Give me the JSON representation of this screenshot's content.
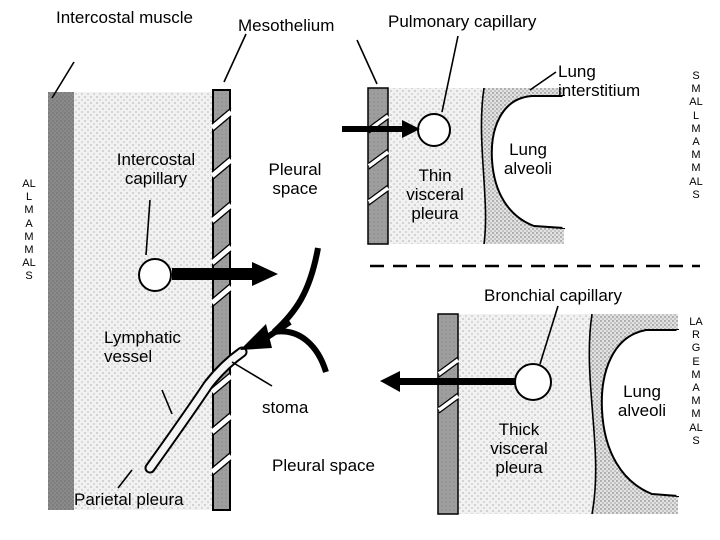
{
  "labels": {
    "intercostal_muscle": "Intercostal muscle",
    "mesothelium": "Mesothelium",
    "pulmonary_capillary": "Pulmonary capillary",
    "lung_interstitium": "Lung interstitium",
    "intercostal_capillary": "Intercostal capillary",
    "pleural_space_upper": "Pleural space",
    "thin_visceral_pleura": "Thin visceral pleura",
    "lung_alveoli_small": "Lung alveoli",
    "bronchial_capillary": "Bronchial capillary",
    "lymphatic_vessel": "Lymphatic vessel",
    "stoma": "stoma",
    "thick_visceral_pleura": "Thick visceral pleura",
    "lung_alveoli_large": "Lung alveoli",
    "pleural_space_lower": "Pleural space",
    "parietal_pleura": "Parietal pleura"
  },
  "side_labels": {
    "all_mammals": "ALL MAMMALS",
    "small_mammals": "SMALL MAMMALS",
    "large_mammals": "LARGE MAMMALS"
  }
}
